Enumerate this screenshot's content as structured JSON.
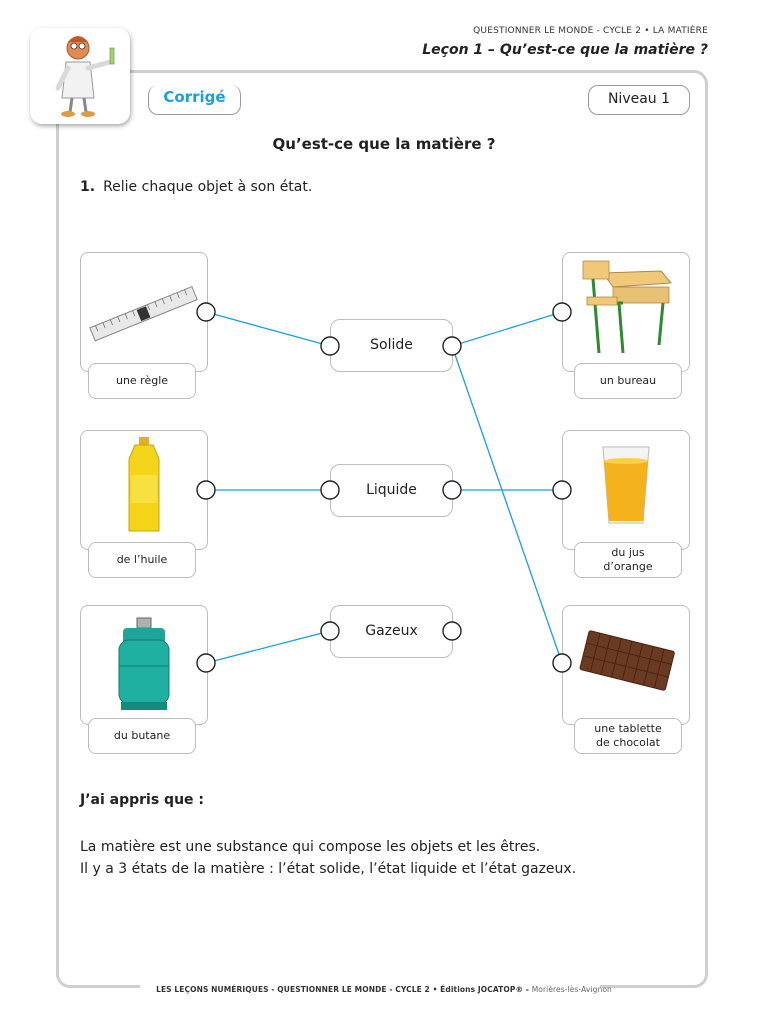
{
  "header": {
    "top_line": "QUESTIONNER LE MONDE - CYCLE 2  •  LA MATIÈRE",
    "lesson": "Leçon 1 – Qu’est-ce que la matière ?"
  },
  "badges": {
    "corrige": "Corrigé",
    "niveau": "Niveau 1"
  },
  "title": "Qu’est-ce que la matière ?",
  "question": {
    "number": "1.",
    "text": "Relie chaque objet à son état."
  },
  "objects_left": [
    {
      "label": "une règle",
      "icon": "ruler-icon"
    },
    {
      "label": "de l’huile",
      "icon": "oil-bottle-icon"
    },
    {
      "label": "du butane",
      "icon": "gas-bottle-icon"
    }
  ],
  "objects_right": [
    {
      "label": "un bureau",
      "icon": "school-desk-icon"
    },
    {
      "label_line1": "du jus",
      "label_line2": "d’orange",
      "icon": "orange-juice-icon"
    },
    {
      "label_line1": "une tablette",
      "label_line2": "de chocolat",
      "icon": "chocolate-bar-icon"
    }
  ],
  "states": [
    "Solide",
    "Liquide",
    "Gazeux"
  ],
  "connections": [
    {
      "object": "une règle",
      "state": "Solide"
    },
    {
      "object": "un bureau",
      "state": "Solide"
    },
    {
      "object": "une tablette de chocolat",
      "state": "Solide"
    },
    {
      "object": "de l’huile",
      "state": "Liquide"
    },
    {
      "object": "du jus d’orange",
      "state": "Liquide"
    },
    {
      "object": "du butane",
      "state": "Gazeux"
    }
  ],
  "learned": {
    "title": "J’ai appris que :",
    "line1": "La matière est une substance qui compose les objets et les êtres.",
    "line2": "Il y a 3 états de la matière : l’état solide, l’état liquide et l’état gazeux."
  },
  "footer": {
    "text": "LES LEÇONS NUMÉRIQUES - QUESTIONNER LE MONDE - CYCLE 2 • Éditions JOCATOP® - ",
    "place": "Morières-lès-Avignon"
  },
  "colors": {
    "accent": "#1aa0dc",
    "border": "#bdbdbd",
    "line": "#1aa0dc"
  }
}
